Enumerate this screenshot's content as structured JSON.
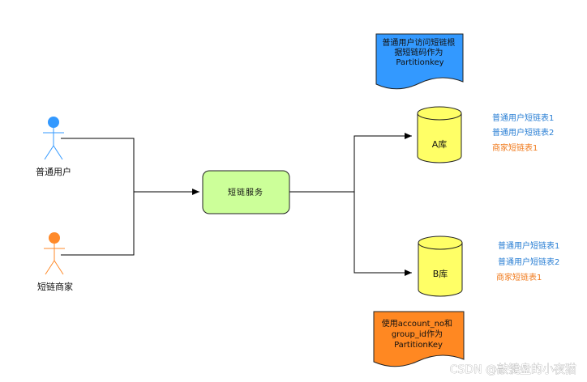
{
  "actors": {
    "normal_user": {
      "label": "普通用户",
      "color": "#3399ff"
    },
    "merchant": {
      "label": "短链商家",
      "color": "#ff8a2a"
    }
  },
  "service": {
    "label": "短链服务",
    "fill": "#ccff99"
  },
  "databases": {
    "a": {
      "label": "A库",
      "fill": "#ffff66",
      "tables": [
        "普通用户短链表1",
        "普通用户短链表2",
        "商家短链表1"
      ]
    },
    "b": {
      "label": "B库",
      "fill": "#ffff66",
      "tables": [
        "普通用户短链表1",
        "普通用户短链表2",
        "商家短链表1"
      ]
    }
  },
  "notes": {
    "top": {
      "lines": [
        "普通用户访问短链根",
        "据短链码作为",
        "Partitionkey"
      ],
      "fill": "#3399ff"
    },
    "bottom": {
      "lines": [
        "使用account_no和",
        "group_id作为",
        "PartitionKey"
      ],
      "fill": "#ff8822"
    }
  },
  "table_colors": {
    "normal": "#2a7fd4",
    "merchant": "#f07a1c"
  },
  "watermark": "CSDN @敲键盘的小夜猫"
}
